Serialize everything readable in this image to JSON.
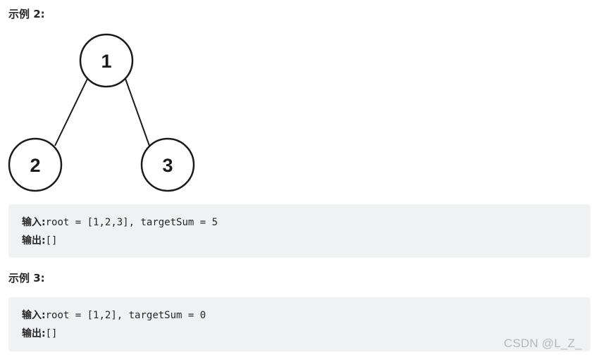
{
  "example2": {
    "heading": "示例 2:",
    "tree": {
      "root": "1",
      "left": "2",
      "right": "3"
    },
    "input_label": "输入:",
    "input_value": "root = [1,2,3], targetSum = 5",
    "output_label": "输出:",
    "output_value": "[]"
  },
  "example3": {
    "heading": "示例 3:",
    "input_label": "输入:",
    "input_value": "root = [1,2], targetSum = 0",
    "output_label": "输出:",
    "output_value": "[]"
  },
  "watermark": "CSDN @L_Z_"
}
